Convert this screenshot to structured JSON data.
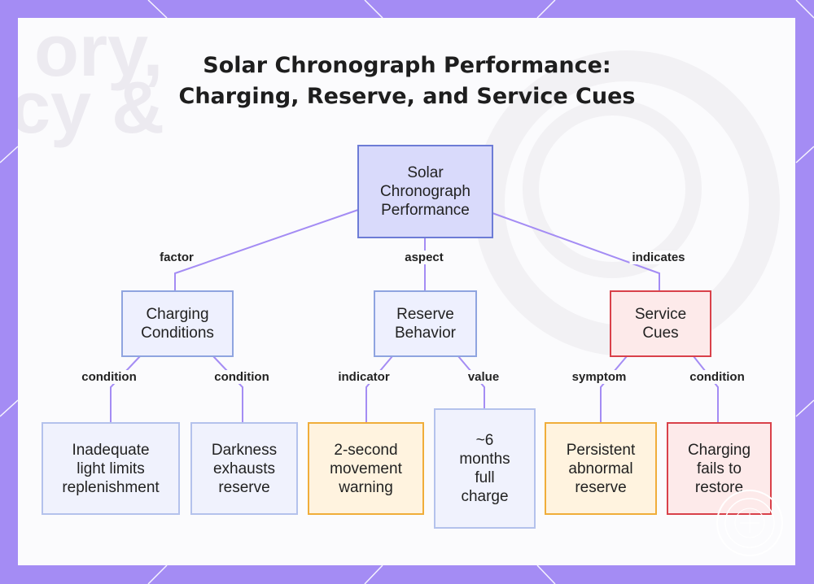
{
  "title": {
    "line1": "Solar Chronograph Performance:",
    "line2": "Charging, Reserve, and Service Cues"
  },
  "nodes": {
    "root": {
      "lines": [
        "Solar",
        "Chronograph",
        "Performance"
      ]
    },
    "charging": {
      "lines": [
        "Charging",
        "Conditions"
      ]
    },
    "reserve": {
      "lines": [
        "Reserve",
        "Behavior"
      ]
    },
    "service": {
      "lines": [
        "Service",
        "Cues"
      ]
    },
    "inadequate": {
      "lines": [
        "Inadequate",
        "light limits",
        "replenishment"
      ]
    },
    "darkness": {
      "lines": [
        "Darkness",
        "exhausts",
        "reserve"
      ]
    },
    "warning": {
      "lines": [
        "2-second",
        "movement",
        "warning"
      ]
    },
    "months": {
      "lines": [
        "~6",
        "months",
        "full",
        "charge"
      ]
    },
    "persistent": {
      "lines": [
        "Persistent",
        "abnormal",
        "reserve"
      ]
    },
    "fails": {
      "lines": [
        "Charging",
        "fails to",
        "restore"
      ]
    }
  },
  "edge_labels": {
    "factor": "factor",
    "aspect": "aspect",
    "indicates": "indicates",
    "condition_1": "condition",
    "condition_2": "condition",
    "indicator": "indicator",
    "value": "value",
    "symptom": "symptom",
    "condition_3": "condition"
  },
  "colors": {
    "background": "#a48cf4",
    "edge": "#a48cf4",
    "root_fill": "#d9dafb",
    "service_border": "#d9414a",
    "orange_border": "#f0ad3a"
  }
}
